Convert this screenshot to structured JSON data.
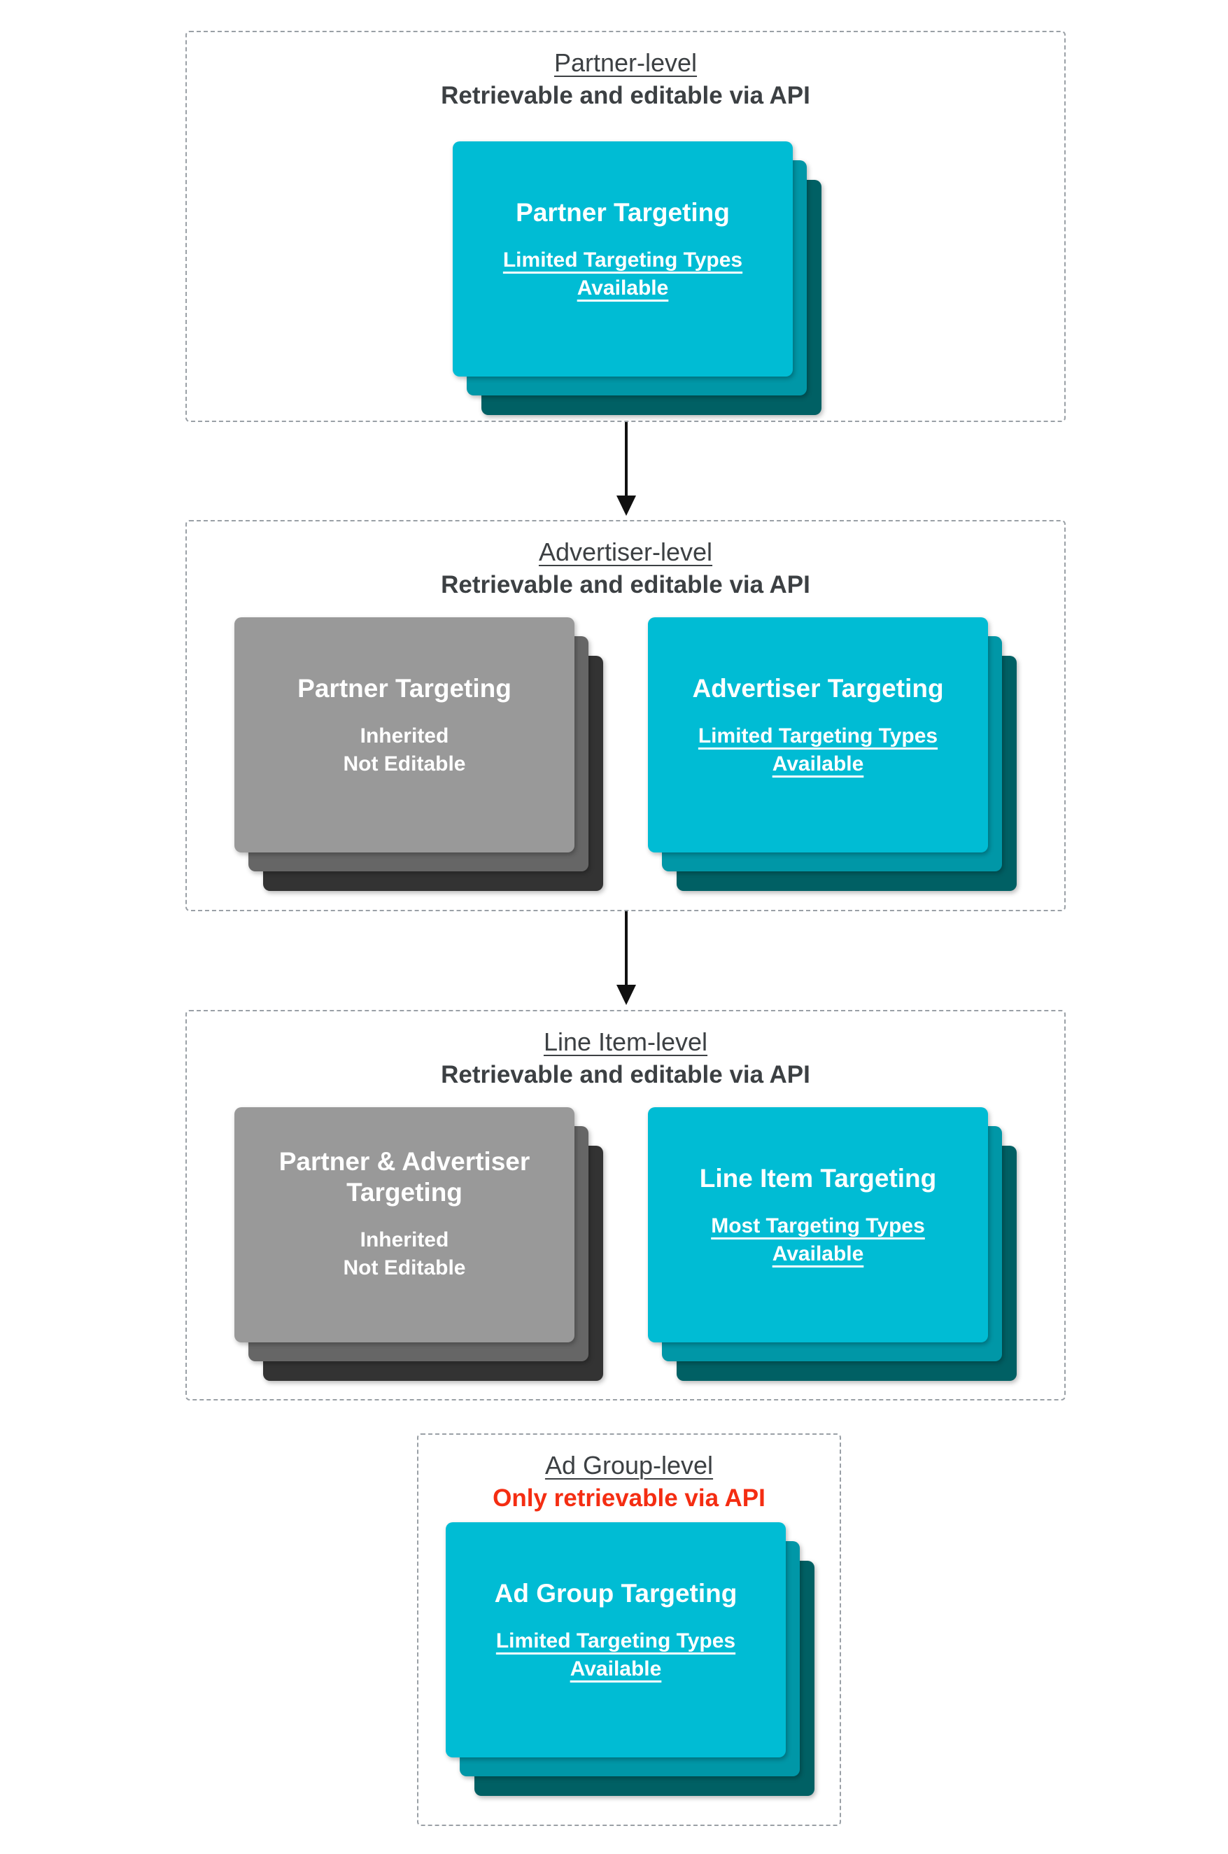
{
  "colors": {
    "cyan_front": "#00BCD4",
    "cyan_mid": "#0097A7",
    "cyan_back": "#006064",
    "gray_front": "#999999",
    "gray_mid": "#666666",
    "gray_back": "#333333",
    "header_text": "#3C4043",
    "red": "#F42D12",
    "border": "#9AA0A6",
    "arrow": "#111111"
  },
  "sections": [
    {
      "id": "partner-level",
      "title": "Partner-level",
      "subtitle": "Retrievable and editable via API",
      "cards": [
        {
          "variant": "cyan",
          "title": "Partner Targeting",
          "subtitle": "Limited Targeting Types Available"
        }
      ]
    },
    {
      "id": "advertiser-level",
      "title": "Advertiser-level",
      "subtitle": "Retrievable and editable via API",
      "cards": [
        {
          "variant": "gray",
          "title": "Partner Targeting",
          "body": [
            "Inherited",
            "Not Editable"
          ]
        },
        {
          "variant": "cyan",
          "title": "Advertiser Targeting",
          "subtitle": "Limited Targeting Types Available"
        }
      ]
    },
    {
      "id": "line-item-level",
      "title": "Line Item-level",
      "subtitle": "Retrievable and editable via API",
      "cards": [
        {
          "variant": "gray",
          "title": "Partner & Advertiser Targeting",
          "body": [
            "Inherited",
            "Not Editable"
          ]
        },
        {
          "variant": "cyan",
          "title": "Line Item Targeting",
          "subtitle": "Most Targeting Types Available"
        }
      ]
    },
    {
      "id": "ad-group-level",
      "title": "Ad Group-level",
      "subtitle": "Only retrievable via API",
      "cards": [
        {
          "variant": "cyan",
          "title": "Ad Group Targeting",
          "subtitle": "Limited Targeting Types Available"
        }
      ]
    }
  ]
}
